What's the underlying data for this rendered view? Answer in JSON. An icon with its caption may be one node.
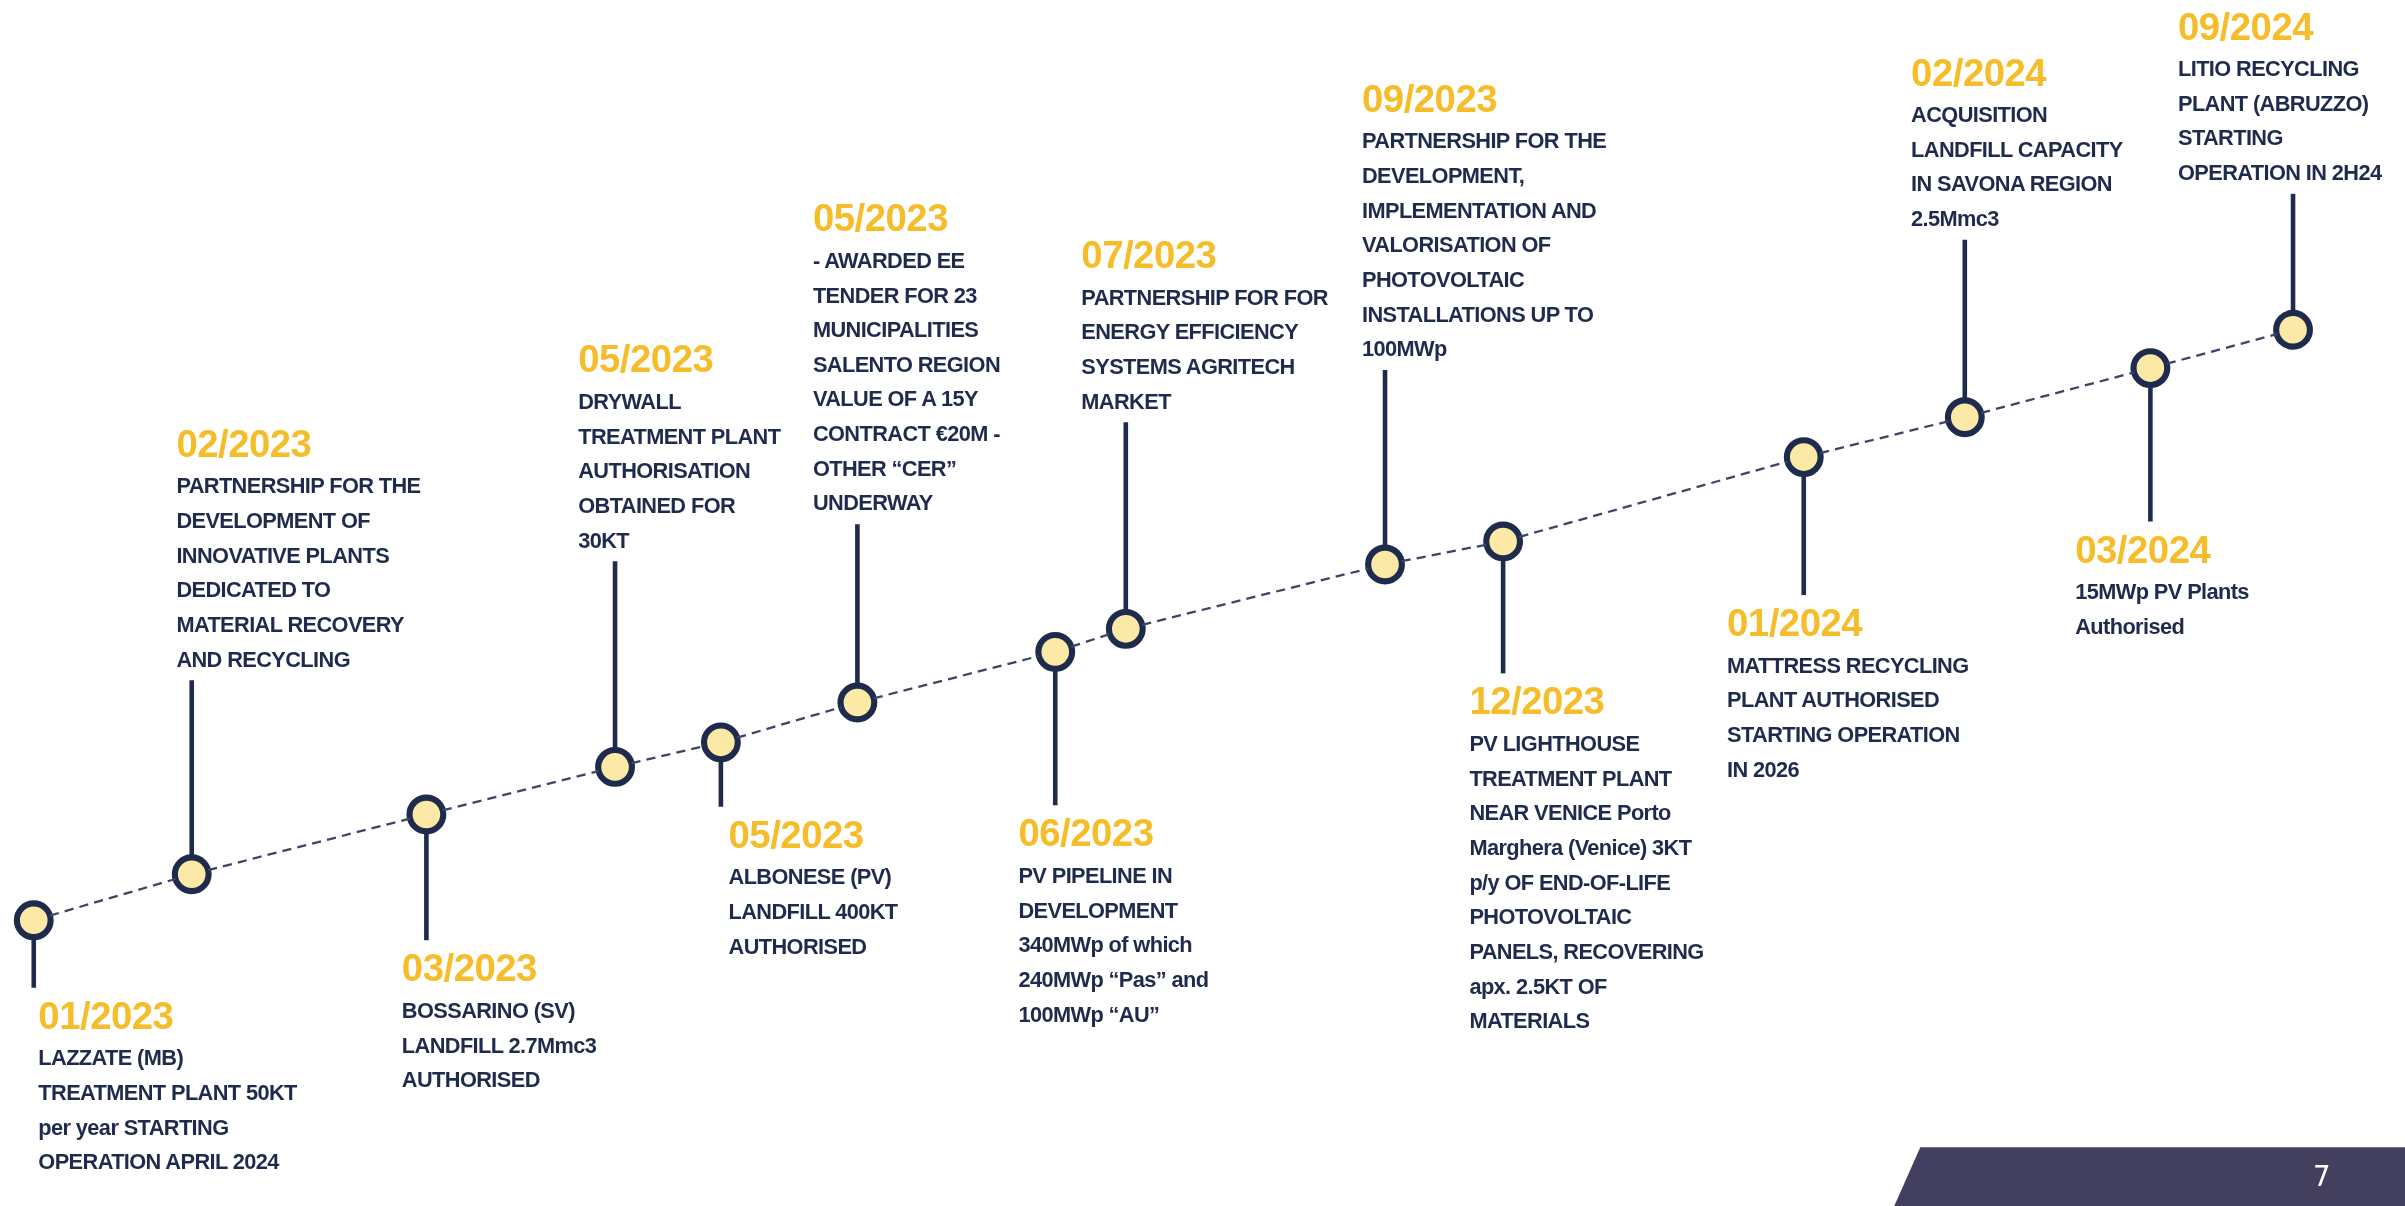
{
  "diagram": {
    "nodes": [
      {
        "text": [
          "01/2023",
          "LAZZATE (MB) TREATMENT PLANT 50KT per year STARTING OPERATION APRIL 2024"
        ]
      },
      {
        "text": [],
        "shape": "circle"
      },
      {
        "text": [
          "02/2023",
          "PARTNERSHIP FOR THE DEVELOPMENT OF INNOVATIVE PLANTS DEDICATED TO MATERIAL RECOVERY AND RECYCLING"
        ]
      },
      {
        "text": [],
        "shape": "circle"
      },
      {
        "text": [
          "03/2023",
          "BOSSARINO (SV) LANDFILL 2.7Mmc3 AUTHORISED"
        ]
      },
      {
        "text": [],
        "shape": "circle"
      },
      {
        "text": [
          "05/2023",
          "DRYWALL TREATMENT PLANT AUTHORISATION OBTAINED FOR 30KT"
        ]
      },
      {
        "text": [],
        "shape": "circle"
      },
      {
        "text": [
          "05/2023",
          "ALBONESE (PV) LANDFILL 400KT AUTHORISED"
        ]
      },
      {
        "text": [],
        "shape": "circle"
      },
      {
        "text": [
          "05/2023",
          "- AWARDED EE TENDER FOR 23 MUNICIPALITIES SALENTO REGION VALUE OF A 15Y CONTRACT €20M - OTHER “CER” UNDERWAY"
        ]
      },
      {
        "text": [],
        "shape": "circle"
      },
      {
        "text": [
          "06/2023",
          "PV PIPELINE IN DEVELOPMENT 340MWp of which 240MWp “Pas” and 100MWp “AU”"
        ]
      },
      {
        "text": [],
        "shape": "circle"
      },
      {
        "text": [
          "07/2023",
          "PARTNERSHIP FOR FOR ENERGY EFFICIENCY SYSTEMS AGRITECH MARKET"
        ]
      },
      {
        "text": [],
        "shape": "circle"
      },
      {
        "text": [
          "09/2023",
          "PARTNERSHIP FOR THE DEVELOPMENT, IMPLEMENTATION AND VALORISATION OF PHOTOVOLTAIC INSTALLATIONS UP TO 100MWp"
        ]
      },
      {
        "text": [],
        "shape": "circle"
      },
      {
        "text": [
          "12/2023",
          "PV LIGHTHOUSE TREATMENT PLANT NEAR VENICE Porto Marghera (Venice) 3KT p/y OF END-OF-LIFE PHOTOVOLTAIC PANELS, RECOVERING apx. 2.5KT OF MATERIALS"
        ]
      },
      {
        "text": [],
        "shape": "circle"
      },
      {
        "text": [
          "01/2024",
          "MATTRESS RECYCLING PLANT AUTHORISED STARTING OPERATION IN 2026"
        ]
      },
      {
        "text": [],
        "shape": "circle"
      },
      {
        "text": [
          "02/2024",
          "ACQUISITION LANDFILL CAPACITY IN SAVONA REGION 2.5Mmc3"
        ]
      },
      {
        "text": [],
        "shape": "circle"
      },
      {
        "text": [
          "03/2024",
          "15MWp PV Plants Authorised"
        ]
      },
      {
        "text": [],
        "shape": "circle"
      },
      {
        "text": [
          "09/2024",
          "LITIO RECYCLING PLANT (ABRUZZO) STARTING OPERATION IN 2H24"
        ]
      },
      {
        "text": [],
        "shape": "circle"
      }
    ],
    "edges": [
      {
        "from": 0,
        "to": 1,
        "arrow": "none"
      },
      {
        "from": 2,
        "to": 3,
        "arrow": "none"
      },
      {
        "from": 4,
        "to": 5,
        "arrow": "none"
      },
      {
        "from": 6,
        "to": 7,
        "arrow": "none"
      },
      {
        "from": 8,
        "to": 9,
        "arrow": "none"
      },
      {
        "from": 10,
        "to": 11,
        "arrow": "none"
      },
      {
        "from": 12,
        "to": 13,
        "arrow": "none"
      },
      {
        "from": 14,
        "to": 15,
        "arrow": "none"
      },
      {
        "from": 16,
        "to": 17,
        "arrow": "none"
      },
      {
        "from": 18,
        "to": 19,
        "arrow": "none"
      },
      {
        "from": 20,
        "to": 21,
        "arrow": "none"
      },
      {
        "from": 22,
        "to": 23,
        "arrow": "none"
      },
      {
        "from": 24,
        "to": 25,
        "arrow": "none"
      },
      {
        "from": 26,
        "to": 27,
        "arrow": "none"
      },
      {
        "from": 1,
        "to": 3,
        "arrow": "none",
        "style": "dashed"
      },
      {
        "from": 3,
        "to": 5,
        "arrow": "none",
        "style": "dashed"
      },
      {
        "from": 5,
        "to": 7,
        "arrow": "none",
        "style": "dashed"
      },
      {
        "from": 7,
        "to": 9,
        "arrow": "none",
        "style": "dashed"
      },
      {
        "from": 9,
        "to": 11,
        "arrow": "none",
        "style": "dashed"
      },
      {
        "from": 11,
        "to": 13,
        "arrow": "none",
        "style": "dashed"
      },
      {
        "from": 13,
        "to": 15,
        "arrow": "none",
        "style": "dashed"
      },
      {
        "from": 15,
        "to": 17,
        "arrow": "none",
        "style": "dashed"
      },
      {
        "from": 17,
        "to": 19,
        "arrow": "none",
        "style": "dashed"
      },
      {
        "from": 19,
        "to": 21,
        "arrow": "none",
        "style": "dashed"
      },
      {
        "from": 21,
        "to": 23,
        "arrow": "none",
        "style": "dashed"
      },
      {
        "from": 23,
        "to": 25,
        "arrow": "none",
        "style": "dashed"
      },
      {
        "from": 25,
        "to": 27,
        "arrow": "none",
        "style": "dashed"
      }
    ],
    "labels": [
      "7"
    ]
  }
}
